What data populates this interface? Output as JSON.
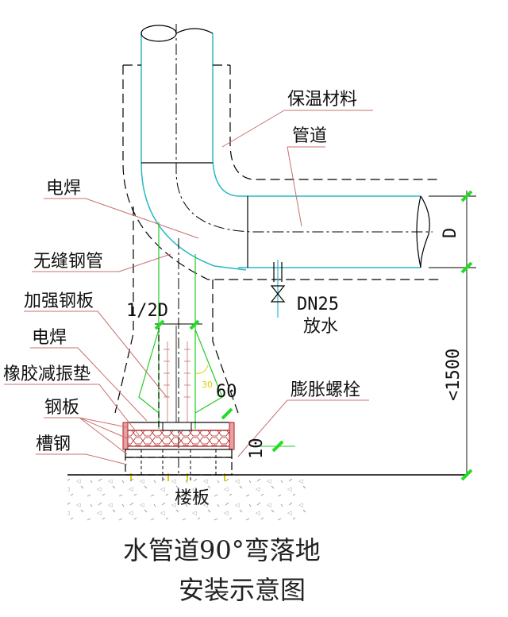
{
  "labels": {
    "insulation": "保温材料",
    "pipe": "管道",
    "weld_top": "电焊",
    "seamless_pipe": "无缝钢管",
    "reinforce_plate": "加强钢板",
    "weld_bottom": "电焊",
    "rubber_pad": "橡胶减振垫",
    "steel_plate": "钢板",
    "channel_steel": "槽钢",
    "floor_slab": "楼板",
    "expansion_bolt": "膨胀螺栓",
    "drain_size": "DN25",
    "drain": "放水"
  },
  "dimensions": {
    "diameter": "D",
    "half_diameter": "1/2D",
    "angle": "60",
    "angle_small": "30",
    "gap": "10",
    "height": "<1500"
  },
  "title": {
    "line1": "水管道90°弯落地",
    "line2": "安装示意图"
  },
  "colors": {
    "pipe": "#2bb8c4",
    "insulation_dash": "#000000",
    "leader": "#c87070",
    "green": "#22cc22",
    "pad": "#b22222",
    "dim_tick": "#22dd22",
    "yellow": "#d8d000"
  }
}
